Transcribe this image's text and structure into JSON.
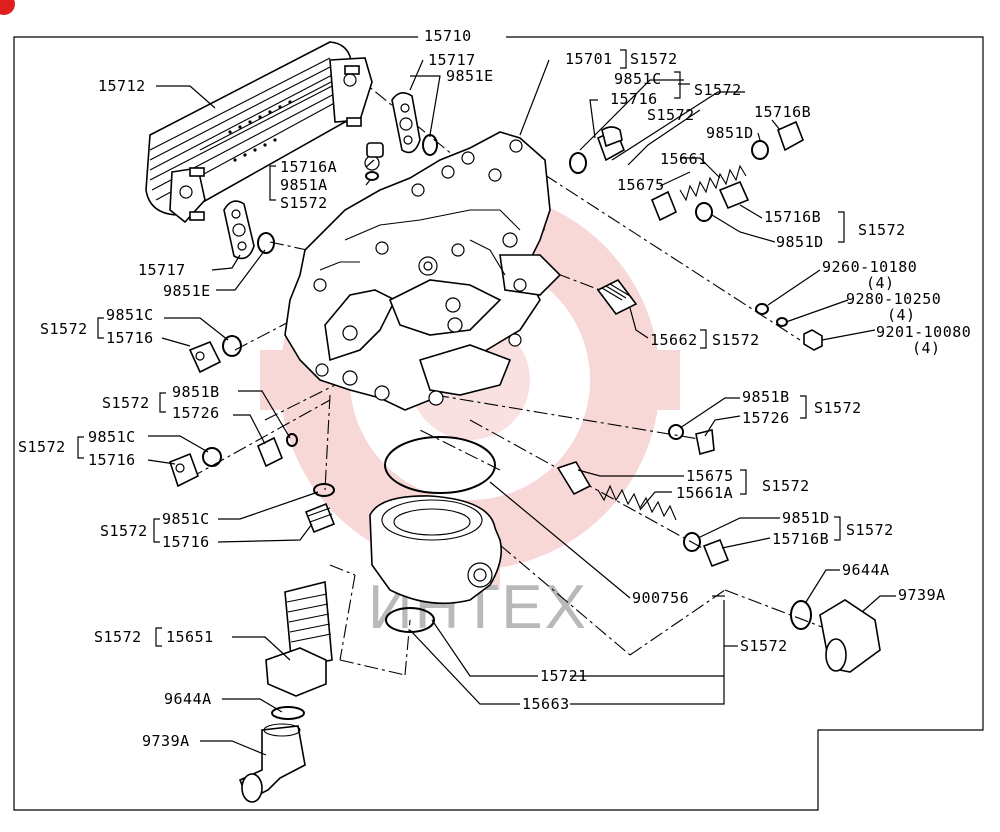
{
  "diagram": {
    "watermark": "ИНТЕХ",
    "labels": {
      "frame_number": "15710",
      "oil_cooler": "15712",
      "gasket_top": "15717",
      "oring_top": "9851E",
      "gasket_left": "15717",
      "oring_left": "9851E",
      "plug_a": "15716A",
      "oring_a": "9851A",
      "s_a": "S1572",
      "housing": "15701",
      "s_housing": "S1572",
      "oring_c1": "9851C",
      "s_c1": "S1572",
      "plug_c1": "15716",
      "s_mid": "S1572",
      "plug_b_top": "15716B",
      "oring_d_top": "9851D",
      "spring_top": "15661",
      "valve_top": "15675",
      "plug_b2": "15716B",
      "s_b2": "S1572",
      "oring_d2": "9851D",
      "washer1": "9260-10180",
      "qty1": "(4)",
      "washer2": "9280-10250",
      "qty2": "(4)",
      "nut": "9201-10080",
      "qty3": "(4)",
      "plug_662": "15662",
      "s_662": "S1572",
      "s_left1": "S1572",
      "oring_left1": "9851C",
      "plug_left1": "15716",
      "s_left2": "S1572",
      "oring_left2": "9851B",
      "plug_left2": "15726",
      "s_left3": "S1572",
      "oring_left3": "9851C",
      "plug_left3": "15716",
      "oring_r1": "9851B",
      "plug_r1": "15726",
      "s_r1": "S1572",
      "valve_r": "15675",
      "spring_r": "15661A",
      "s_r2": "S1572",
      "oring_r2": "9851D",
      "plug_r2": "15716B",
      "s_r3": "S1572",
      "s_left4": "S1572",
      "oring_left4": "9851C",
      "plug_left4": "15716",
      "oring_big": "900756",
      "oring_9644": "9644A",
      "fitting_9739": "9739A",
      "s_bottom": "S1572",
      "s_651": "S1572",
      "nipple": "15651",
      "bracket": "15721",
      "oring_bl": "9644A",
      "fitting_bl": "9739A",
      "gasket_663": "15663"
    }
  }
}
